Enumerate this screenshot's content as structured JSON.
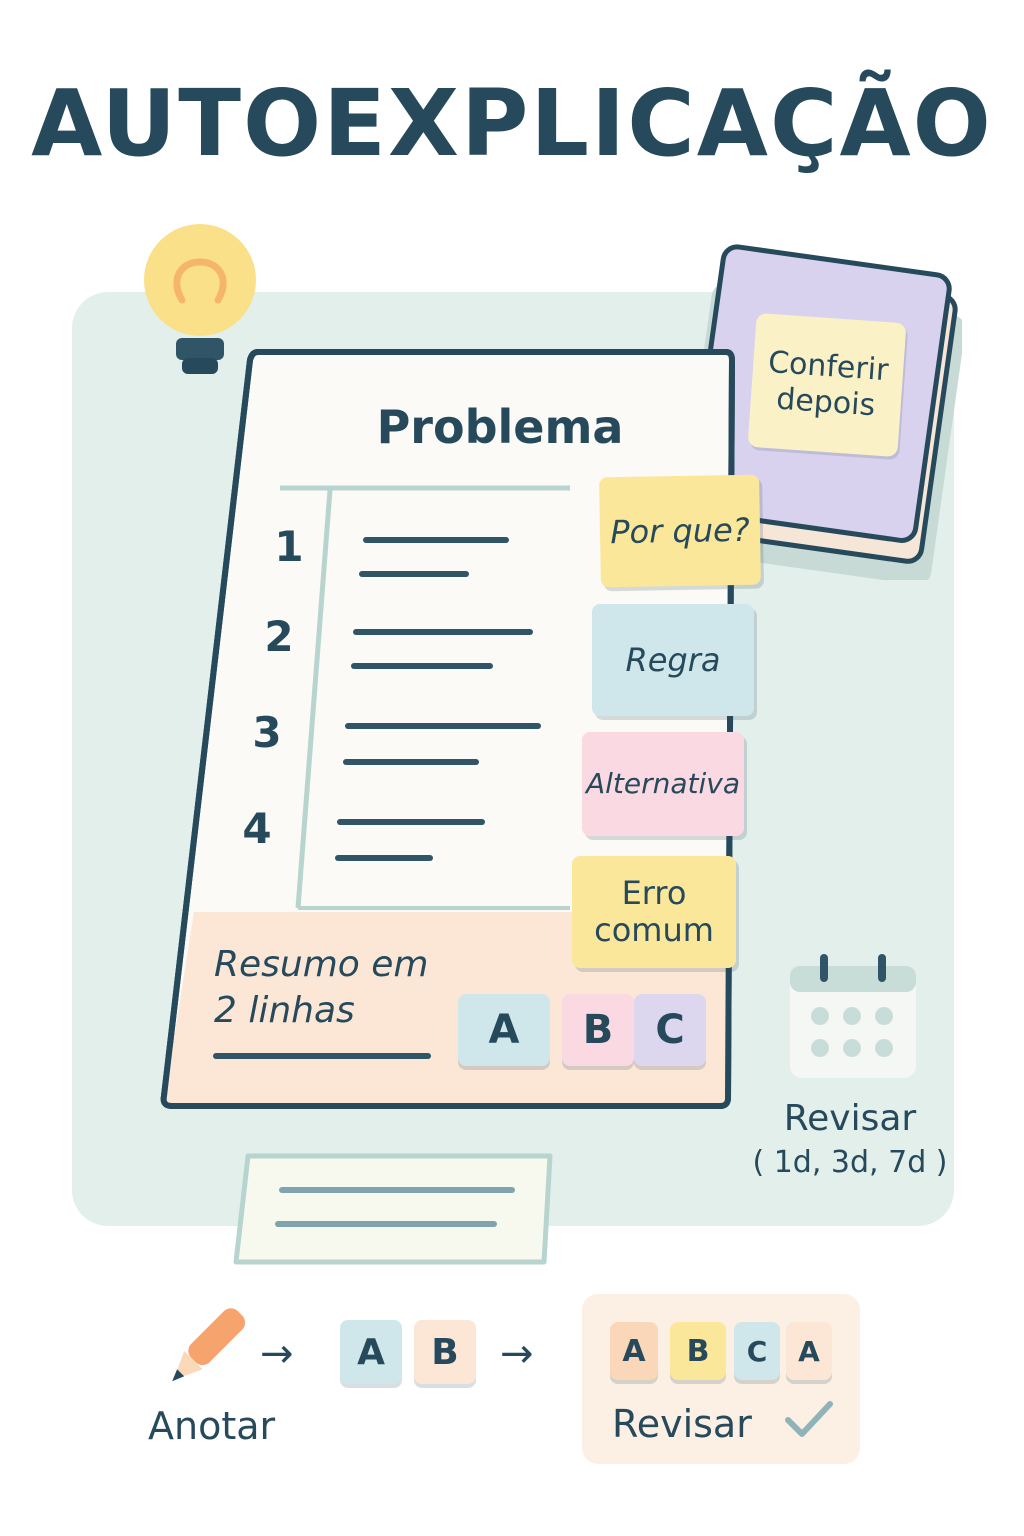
{
  "title": "AUTOEXPLICAÇÃO",
  "notebook_note": "Conferir\ndepois",
  "document": {
    "title": "Problema",
    "steps": [
      "1",
      "2",
      "3",
      "4"
    ],
    "summary": "Resumo em\n2 linhas",
    "tiles": [
      "A",
      "B",
      "C"
    ]
  },
  "tags": [
    {
      "label": "Por que?",
      "color": "#fbe79a"
    },
    {
      "label": "Regra",
      "color": "#cfe6ea"
    },
    {
      "label": "Alternativa",
      "color": "#fbd9e2"
    },
    {
      "label": "Erro\ncomum",
      "color": "#fbe79a"
    }
  ],
  "review_schedule": {
    "label": "Revisar",
    "intervals": "( 1d, 3d, 7d )",
    "icon": "calendar-icon"
  },
  "flow": {
    "step1_label": "Anotar",
    "step1_icon": "pencil-icon",
    "arrow": "→",
    "step2_tiles": [
      "A",
      "B"
    ],
    "step3_tiles": [
      "A",
      "B",
      "C",
      "A"
    ],
    "step3_label": "Revisar",
    "step3_icon": "check-icon"
  },
  "colors": {
    "ink": "#264a5c",
    "panel": "#e3efeb",
    "yellow": "#fbe79a",
    "blue": "#cfe6ea",
    "pink": "#fbd9e2",
    "lavender": "#ddd6ef",
    "peach": "#fbd7b9"
  }
}
